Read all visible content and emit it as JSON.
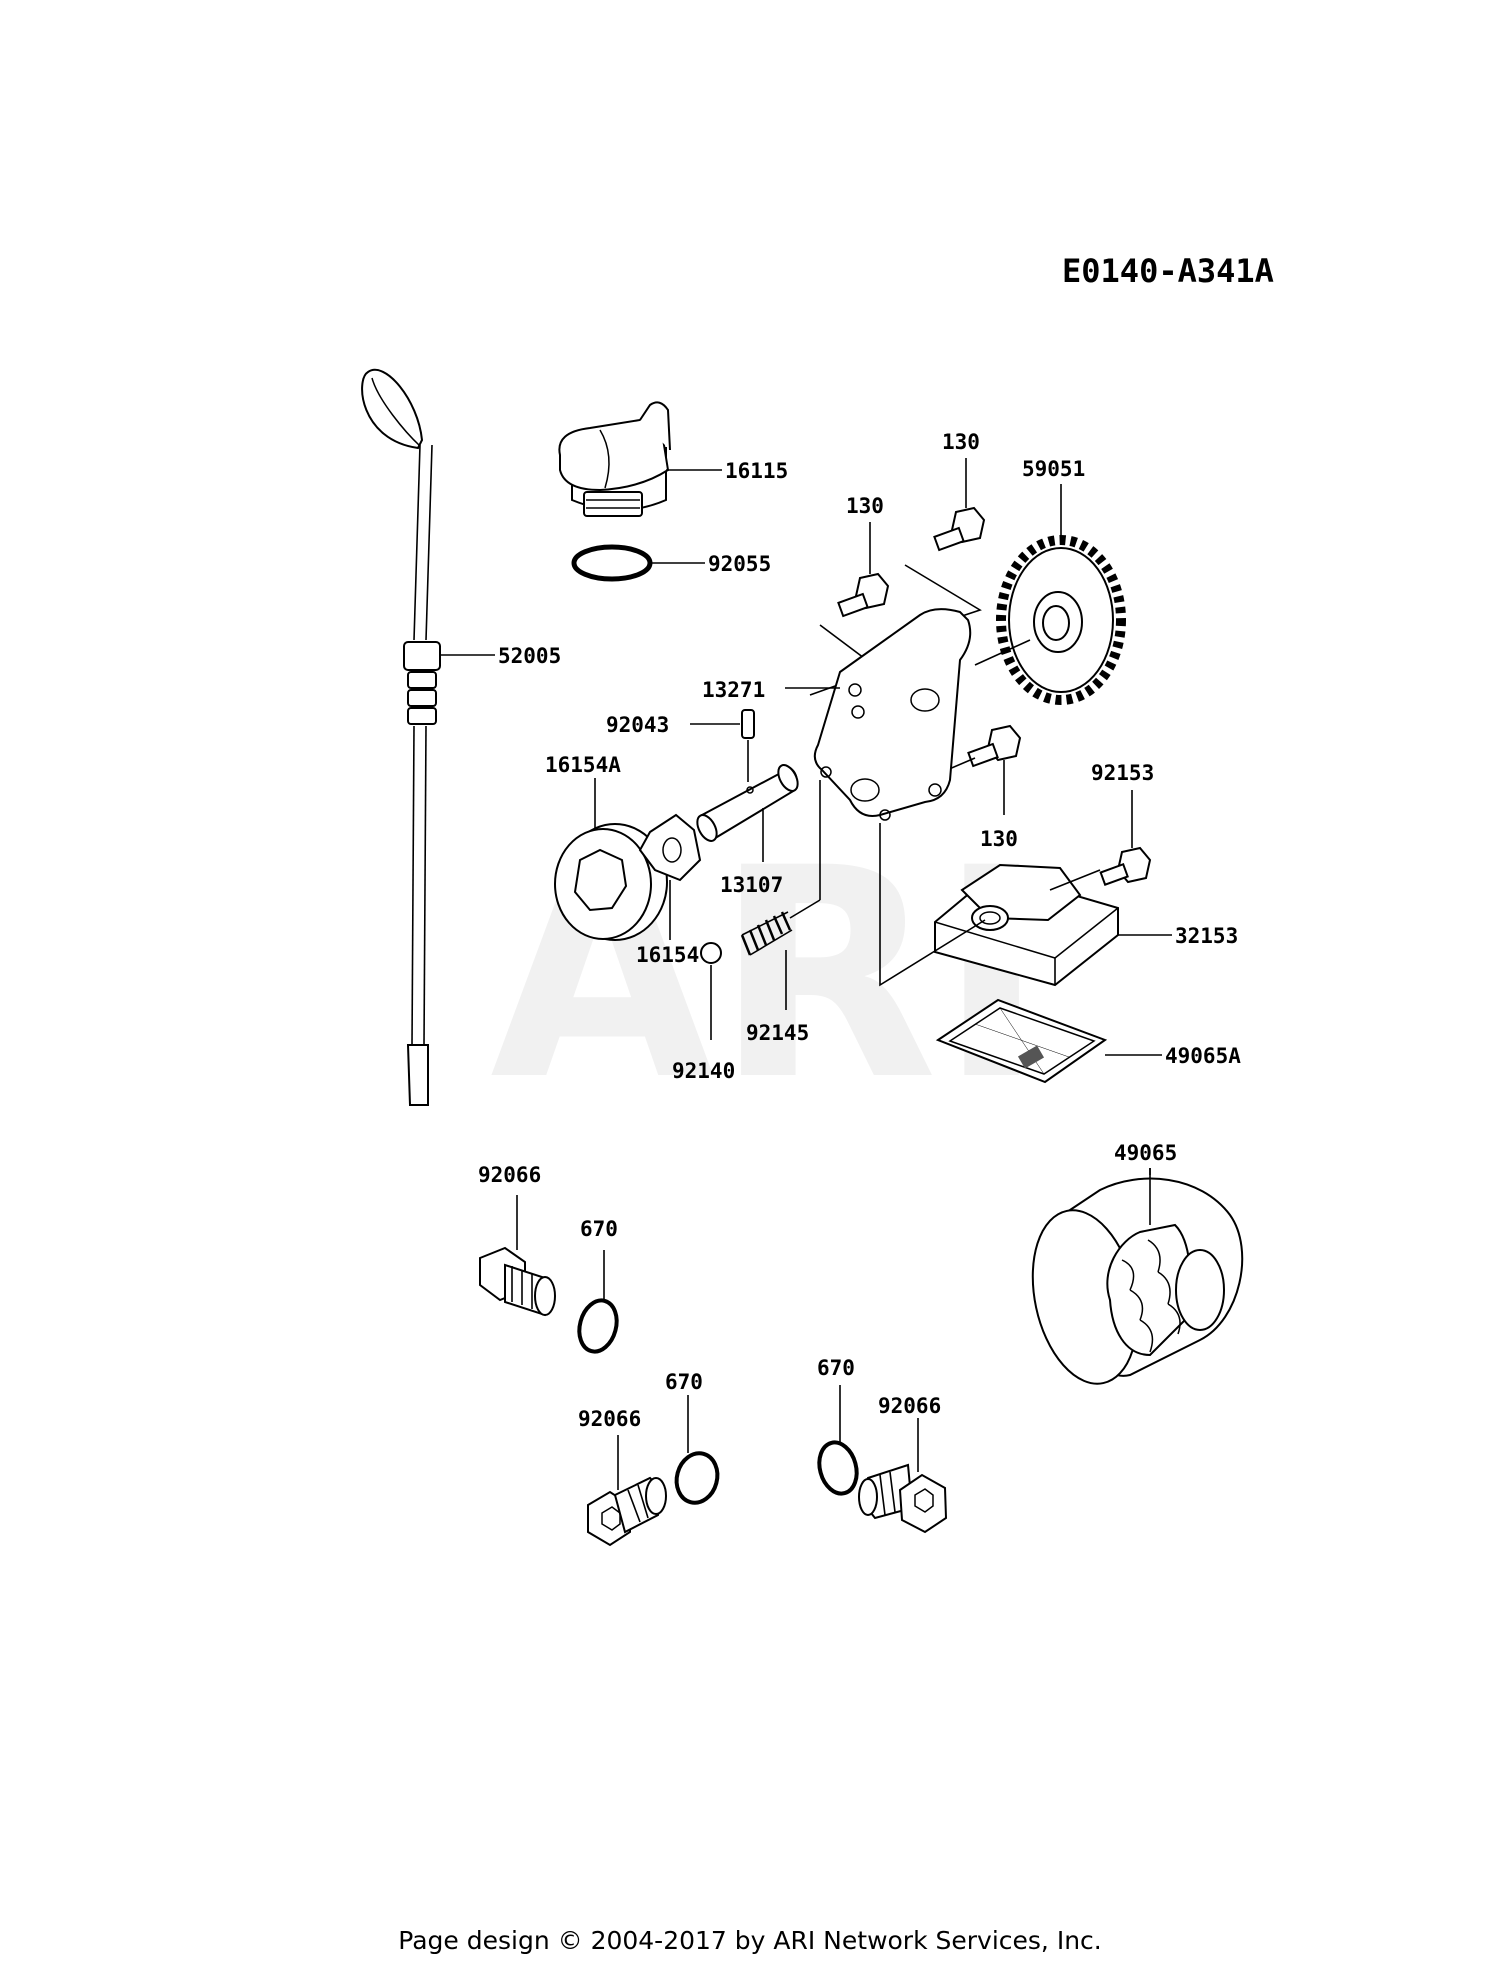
{
  "diagram_code": "E0140-A341A",
  "watermark": "ARI",
  "footer": "Page design © 2004-2017 by ARI Network Services, Inc.",
  "labels": {
    "p16115": "16115",
    "p92055": "92055",
    "p52005": "52005",
    "p130_a": "130",
    "p130_b": "130",
    "p130_c": "130",
    "p59051": "59051",
    "p13271": "13271",
    "p92043": "92043",
    "p16154A": "16154A",
    "p13107": "13107",
    "p16154": "16154",
    "p92153": "92153",
    "p32153": "32153",
    "p92145": "92145",
    "p92140": "92140",
    "p49065A": "49065A",
    "p49065": "49065",
    "p92066_a": "92066",
    "p670_a": "670",
    "p92066_b": "92066",
    "p670_b": "670",
    "p670_c": "670",
    "p92066_c": "92066"
  }
}
